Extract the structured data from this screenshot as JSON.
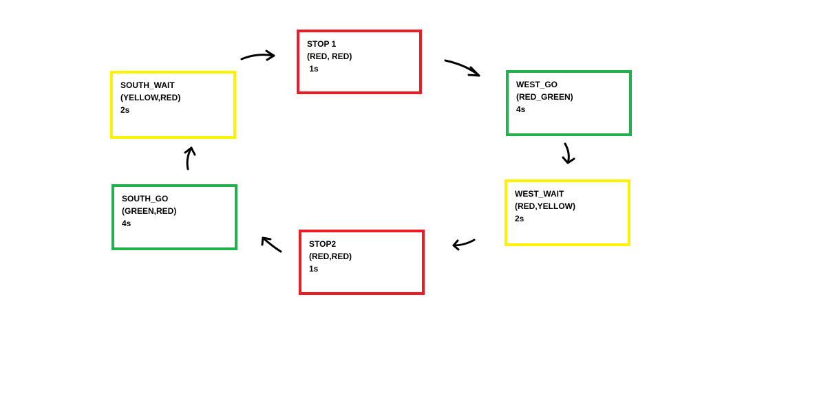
{
  "colors": {
    "red": "#ed1c24",
    "green": "#22b14c",
    "yellow": "#fff200",
    "arrow": "#000000"
  },
  "states": [
    {
      "key": "stop1",
      "name": "STOP 1",
      "signals": "(RED, RED)",
      "duration": " 1s",
      "color": "red"
    },
    {
      "key": "west_go",
      "name": "WEST_GO",
      "signals": "(RED_GREEN)",
      "duration": "4s",
      "color": "green"
    },
    {
      "key": "west_wait",
      "name": "WEST_WAIT",
      "signals": "(RED,YELLOW)",
      "duration": "2s",
      "color": "yellow"
    },
    {
      "key": "stop2",
      "name": "STOP2",
      "signals": "(RED,RED)",
      "duration": "1s",
      "color": "red"
    },
    {
      "key": "south_go",
      "name": "SOUTH_GO",
      "signals": "(GREEN,RED)",
      "duration": "4s",
      "color": "green"
    },
    {
      "key": "south_wait",
      "name": "SOUTH_WAIT",
      "signals": "(YELLOW,RED)",
      "duration": "2s",
      "color": "yellow"
    }
  ],
  "transitions": [
    {
      "from": "stop1",
      "to": "west_go"
    },
    {
      "from": "west_go",
      "to": "west_wait"
    },
    {
      "from": "west_wait",
      "to": "stop2"
    },
    {
      "from": "stop2",
      "to": "south_go"
    },
    {
      "from": "south_go",
      "to": "south_wait"
    },
    {
      "from": "south_wait",
      "to": "stop1"
    }
  ]
}
